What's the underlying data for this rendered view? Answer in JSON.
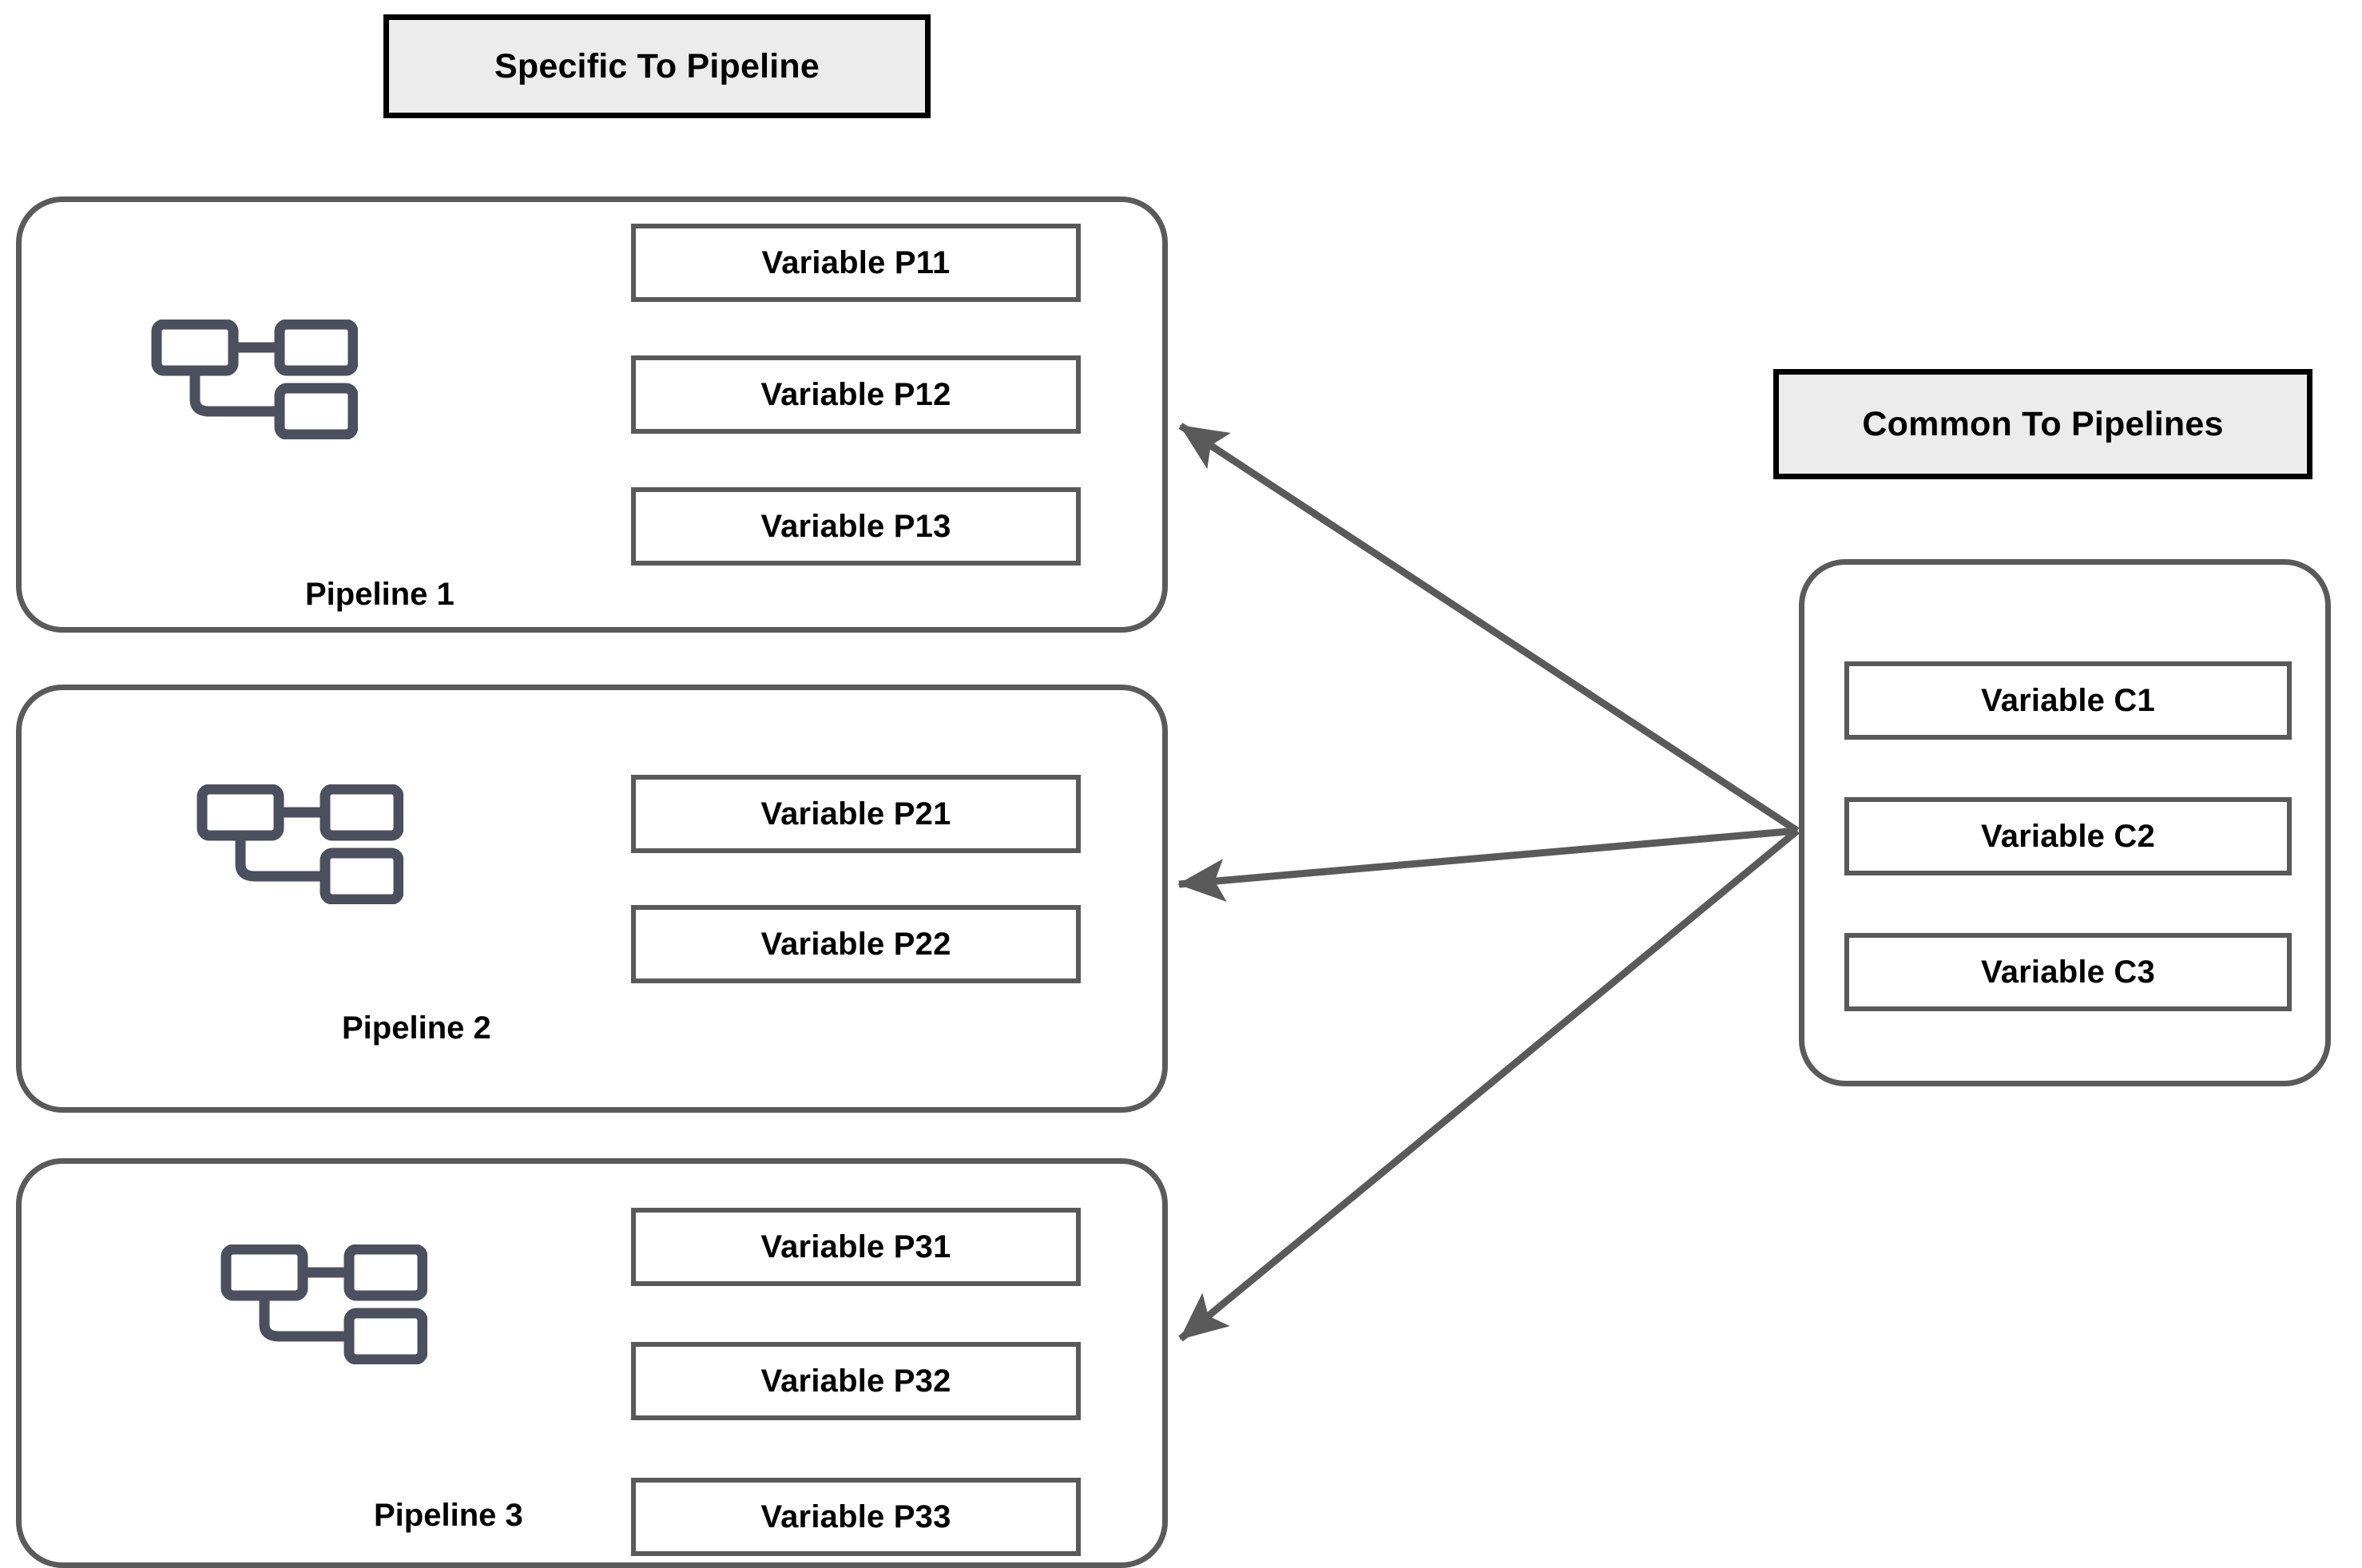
{
  "headers": {
    "specific": "Specific To Pipeline",
    "common": "Common To Pipelines"
  },
  "colors": {
    "banner_fill": "#ececec",
    "banner_border": "#000000",
    "group_border": "#5a5a5a",
    "var_border": "#595959",
    "arrow": "#5a5a5a",
    "icon": "#4c4f5e",
    "background": "#ffffff",
    "text": "#000000"
  },
  "pipelines": [
    {
      "name": "Pipeline 1",
      "icon": "hierarchy-icon",
      "variables": [
        "Variable P11",
        "Variable P12",
        "Variable P13"
      ]
    },
    {
      "name": "Pipeline 2",
      "icon": "hierarchy-icon",
      "variables": [
        "Variable P21",
        "Variable P22"
      ]
    },
    {
      "name": "Pipeline 3",
      "icon": "hierarchy-icon",
      "variables": [
        "Variable P31",
        "Variable P32",
        "Variable P33"
      ]
    }
  ],
  "common": {
    "variables": [
      "Variable C1",
      "Variable C2",
      "Variable C3"
    ]
  },
  "arrows": [
    {
      "from_label": "Common To Pipelines",
      "to_label": "Pipeline 1"
    },
    {
      "from_label": "Common To Pipelines",
      "to_label": "Pipeline 2"
    },
    {
      "from_label": "Common To Pipelines",
      "to_label": "Pipeline 3"
    }
  ]
}
